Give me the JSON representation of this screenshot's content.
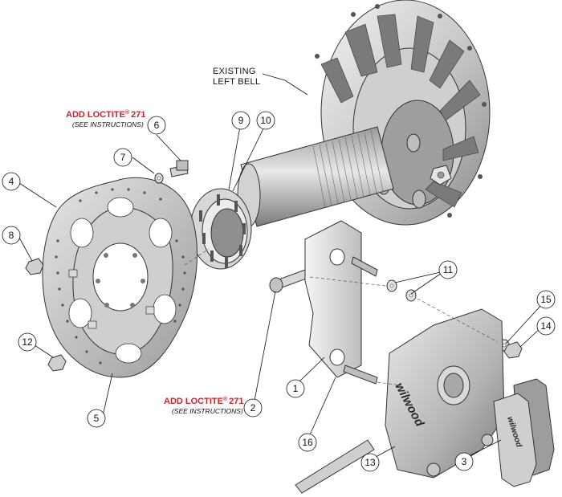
{
  "labels": {
    "existing_bell_line1": "EXISTING",
    "existing_bell_line2": "LEFT BELL"
  },
  "notes": [
    {
      "title": "ADD LOCTITE",
      "reg": "®",
      "code": "271",
      "sub": "(SEE INSTRUCTIONS)"
    },
    {
      "title": "ADD LOCTITE",
      "reg": "®",
      "code": "271",
      "sub": "(SEE INSTRUCTIONS)"
    }
  ],
  "callouts": [
    "1",
    "2",
    "3",
    "4",
    "5",
    "6",
    "7",
    "8",
    "9",
    "10",
    "11",
    "12",
    "13",
    "14",
    "15",
    "16"
  ],
  "brand": {
    "caliper": "wilwood",
    "pad": "wilwood"
  },
  "colors": {
    "note_red": "#d4202a",
    "line": "#111111",
    "metal_light": "#d9d9d9",
    "metal_mid": "#a8a8a8",
    "metal_dark": "#6e6e6e"
  }
}
